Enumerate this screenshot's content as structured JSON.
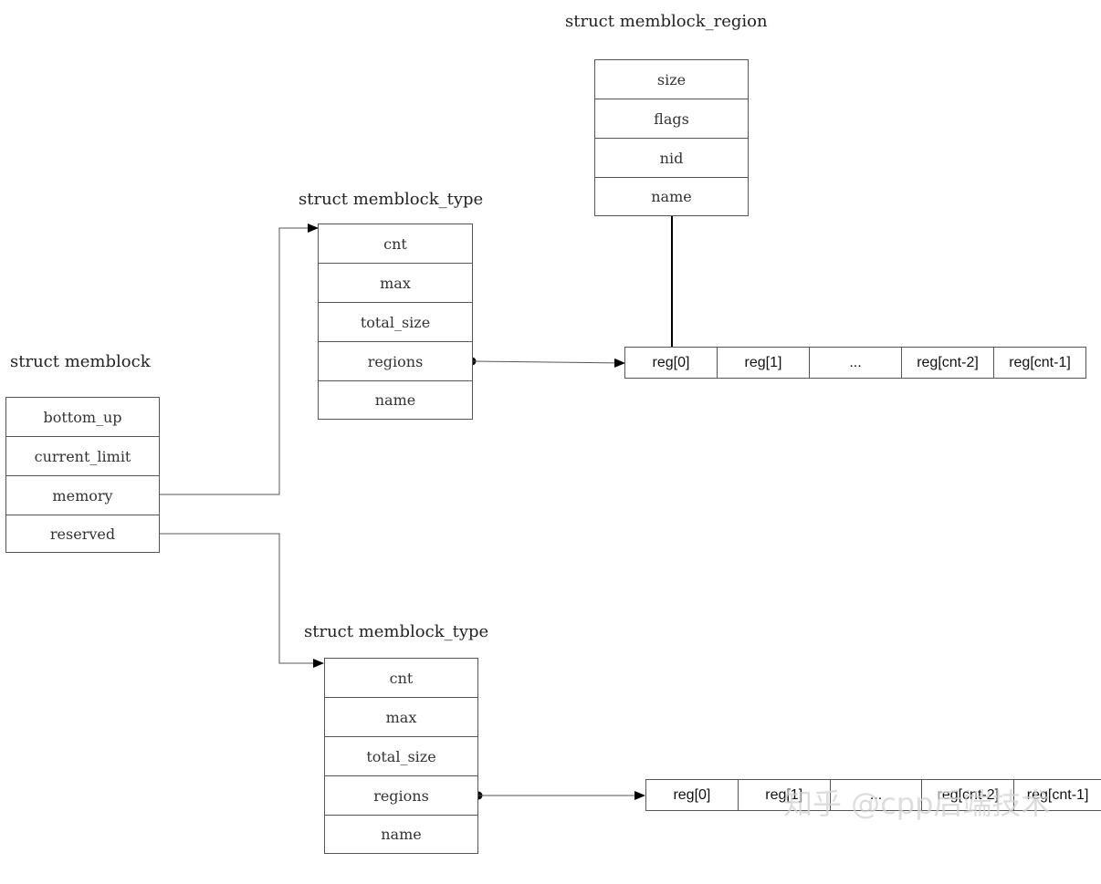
{
  "memblock": {
    "title": "struct memblock",
    "fields": [
      "bottom_up",
      "current_limit",
      "memory",
      "reserved"
    ]
  },
  "memory_type": {
    "title": "struct memblock_type",
    "fields": [
      "cnt",
      "max",
      "total_size",
      "regions",
      "name"
    ]
  },
  "reserved_type": {
    "title": "struct memblock_type",
    "fields": [
      "cnt",
      "max",
      "total_size",
      "regions",
      "name"
    ]
  },
  "region": {
    "title": "struct memblock_region",
    "fields": [
      "size",
      "flags",
      "nid",
      "name"
    ]
  },
  "memory_regions": [
    "reg[0]",
    "reg[1]",
    "...",
    "reg[cnt-2]",
    "reg[cnt-1]"
  ],
  "reserved_regions": [
    "reg[0]",
    "reg[1]",
    "...",
    "reg[cnt-2]",
    "reg[cnt-1]"
  ],
  "watermark": "知乎 @cpp后端技术"
}
